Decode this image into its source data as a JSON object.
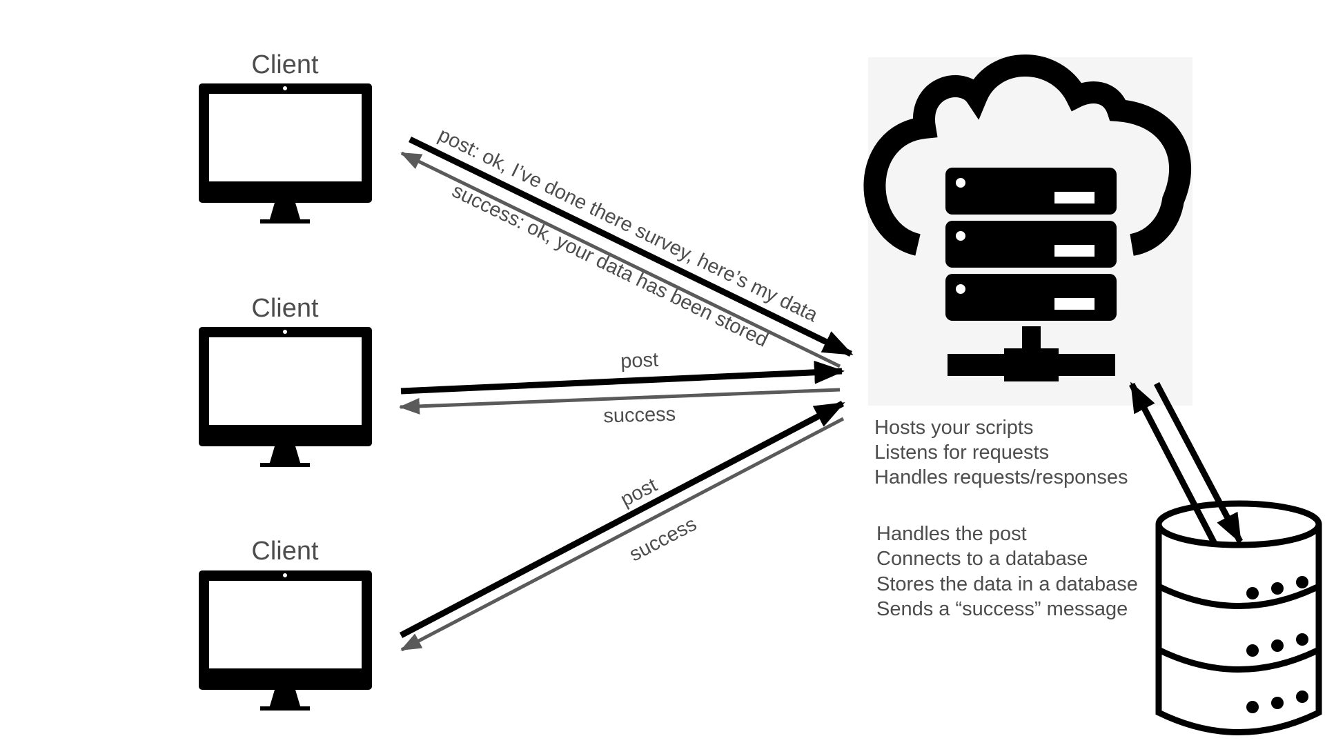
{
  "clients": [
    {
      "label": "Client",
      "icon": "monitor-icon"
    },
    {
      "label": "Client",
      "icon": "monitor-icon"
    },
    {
      "label": "Client",
      "icon": "monitor-icon"
    }
  ],
  "arrows": {
    "client1": {
      "post": "post: ok, I’ve done there survey, here’s my data",
      "success": "success: ok, your data has been stored"
    },
    "client2": {
      "post": "post",
      "success": "success"
    },
    "client3": {
      "post": "post",
      "success": "success"
    }
  },
  "server": {
    "icon": "cloud-server-icon",
    "notes": [
      "Hosts your scripts",
      "Listens for requests",
      "Handles requests/responses"
    ]
  },
  "post_handling": {
    "notes": [
      "Handles the post",
      "Connects to a database",
      "Stores the data in a database",
      "Sends a “success” message"
    ]
  },
  "database": {
    "icon": "database-icon"
  },
  "colors": {
    "request_arrow": "#000000",
    "response_arrow": "#5a5a5a",
    "label_text": "#4d4d4d",
    "server_panel": "#f5f5f5"
  }
}
